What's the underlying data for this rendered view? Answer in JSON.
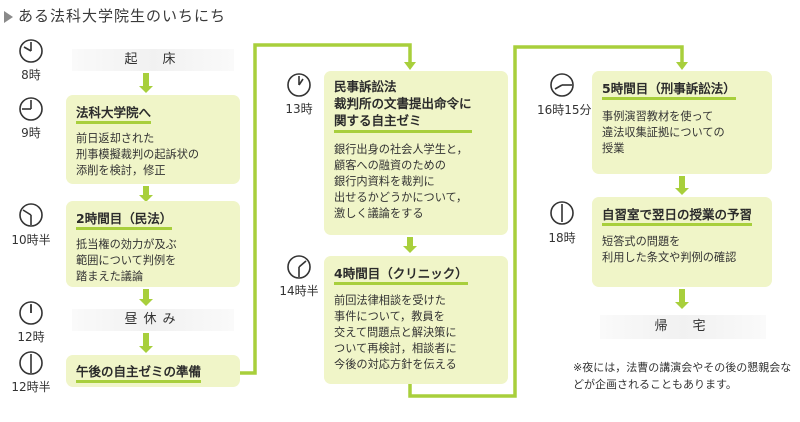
{
  "title": "ある法科大学院生のいちにち",
  "colors": {
    "accent": "#a8cf3c",
    "box": "#f0f5c8"
  },
  "columns": [
    {
      "items": [
        {
          "time": "8時",
          "label": "起　床",
          "kind": "plain"
        },
        {
          "time": "9時",
          "heading": "法科大学院へ",
          "desc": "前日返却された\n刑事模擬裁判の起訴状の\n添削を検討，修正",
          "kind": "box"
        },
        {
          "time": "10時半",
          "heading": "2時間目（民法）",
          "desc": "抵当権の効力が及ぶ\n範囲について判例を\n踏まえた議論",
          "kind": "box"
        },
        {
          "time": "12時",
          "label": "昼休み",
          "kind": "plain"
        },
        {
          "time": "12時半",
          "heading": "午後の自主ゼミの準備",
          "kind": "box"
        }
      ]
    },
    {
      "items": [
        {
          "time": "13時",
          "heading": "民事訴訟法\n裁判所の文書提出命令に\n関する自主ゼミ",
          "desc": "銀行出身の社会人学生と，\n顧客への融資のための\n銀行内資料を裁判に\n出せるかどうかについて，\n激しく議論をする",
          "kind": "box"
        },
        {
          "time": "14時半",
          "heading": "4時間目（クリニック）",
          "desc": "前回法律相談を受けた\n事件について，教員を\n交えて問題点と解決策に\nついて再検討，相談者に\n今後の対応方針を伝える",
          "kind": "box"
        }
      ]
    },
    {
      "items": [
        {
          "time": "16時15分",
          "heading": "5時間目（刑事訴訟法）",
          "desc": "事例演習教材を使って\n違法収集証拠についての\n授業",
          "kind": "box"
        },
        {
          "time": "18時",
          "heading": "自習室で翌日の授業の予習",
          "desc": "短答式の問題を\n利用した条文や判例の確認",
          "kind": "box"
        },
        {
          "label": "帰　宅",
          "kind": "plain"
        }
      ]
    }
  ],
  "note": "※夜には，法曹の講演会やその後の懇親会などが企画されることもあります。"
}
